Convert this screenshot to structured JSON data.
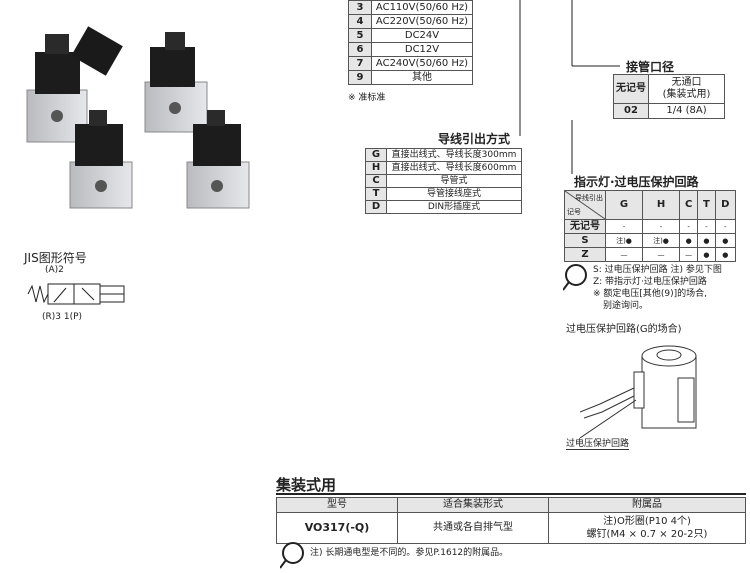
{
  "voltage_table": {
    "rows": [
      {
        "code": "3",
        "value": "AC110V(50/60 Hz)"
      },
      {
        "code": "4",
        "value": "AC220V(50/60 Hz)"
      },
      {
        "code": "5",
        "value": "DC24V"
      },
      {
        "code": "6",
        "value": "DC12V"
      },
      {
        "code": "7",
        "value": "AC240V(50/60 Hz)"
      },
      {
        "code": "9",
        "value": "其他"
      }
    ],
    "footnote": "※ 准标准"
  },
  "pipe_port": {
    "title": "接管口径",
    "rows": [
      {
        "code": "无记号",
        "value": "无通口\n(集装式用)"
      },
      {
        "code": "02",
        "value": "1/4 (8A)"
      }
    ]
  },
  "lead_wire": {
    "title": "导线引出方式",
    "rows": [
      {
        "code": "G",
        "value": "直接出线式、导线长度300mm"
      },
      {
        "code": "H",
        "value": "直接出线式、导线长度600mm"
      },
      {
        "code": "C",
        "value": "导管式"
      },
      {
        "code": "T",
        "value": "导管接线座式"
      },
      {
        "code": "D",
        "value": "DIN形插座式"
      }
    ]
  },
  "indicator": {
    "title": "指示灯·过电压保护回路",
    "corner_top": "导线引出",
    "corner_bottom": "记号",
    "columns": [
      "G",
      "H",
      "C",
      "T",
      "D"
    ],
    "rows": [
      {
        "code": "无记号",
        "cells": [
          "-",
          "-",
          "-",
          "-",
          "-"
        ]
      },
      {
        "code": "S",
        "cells": [
          "注)●",
          "注)●",
          "●",
          "●",
          "●"
        ]
      },
      {
        "code": "Z",
        "cells": [
          "—",
          "—",
          "—",
          "●",
          "●"
        ]
      }
    ],
    "notes": [
      "S: 过电压保护回路 注) 参见下图",
      "Z: 带指示灯·过电压保护回路",
      "※ 额定电压[其他(9)]的场合,",
      "别途询问。"
    ]
  },
  "jis": {
    "title": "JIS图形符号",
    "label_top": "(A)2",
    "label_bottom": "(R)3 1(P)"
  },
  "circuit": {
    "title": "过电压保护回路(G的场合)",
    "callout": "过电压保护回路"
  },
  "manifold": {
    "title": "集装式用",
    "headers": [
      "型号",
      "适合集装形式",
      "附属品"
    ],
    "row": {
      "model": "VO317(-Q)",
      "type": "共通或各自排气型",
      "accessories_1": "注)O形圈(P10 4个)",
      "accessories_2": "螺钉(M4 × 0.7 × 20-2只)"
    },
    "note": "注) 长期通电型是不同的。参见P.1612的附属品。"
  },
  "colors": {
    "header_bg": "#e6e6e6",
    "border": "#555555",
    "text": "#222222"
  }
}
